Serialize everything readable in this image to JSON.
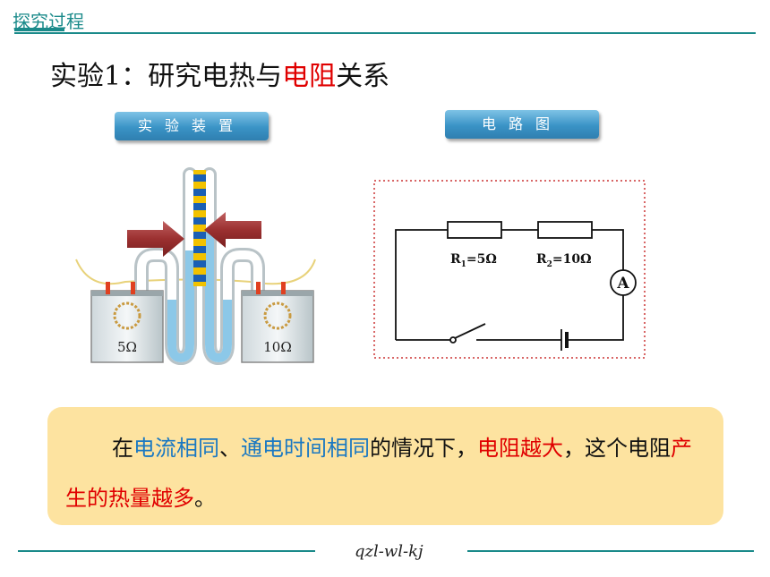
{
  "header": {
    "title": "探究过程"
  },
  "page_title": {
    "prefix": "实验1：研究电热与",
    "highlight": "电阻",
    "suffix": "关系"
  },
  "buttons": {
    "apparatus": "实验装置",
    "diagram": "电路图"
  },
  "apparatus": {
    "left_resistance": "5Ω",
    "right_resistance": "10Ω"
  },
  "circuit": {
    "r1_label": "R",
    "r1_sub": "1",
    "r1_value": "=5Ω",
    "r2_label": "R",
    "r2_sub": "2",
    "r2_value": "=10Ω",
    "ammeter": "A"
  },
  "conclusion": {
    "p1": "在",
    "p2": "电流相同",
    "p3": "、",
    "p4": "通电时间相同",
    "p5": "的情况下，",
    "p6": "电阻越大",
    "p7": "，这个电阻",
    "p8": "产生的热量越多",
    "p9": "。"
  },
  "footer": {
    "code": "qzl-wl-kj"
  },
  "colors": {
    "teal": "#1a8a8a",
    "highlight_red": "#e00000",
    "highlight_blue": "#1a78c2",
    "panel_bg": "#fde3a0"
  }
}
